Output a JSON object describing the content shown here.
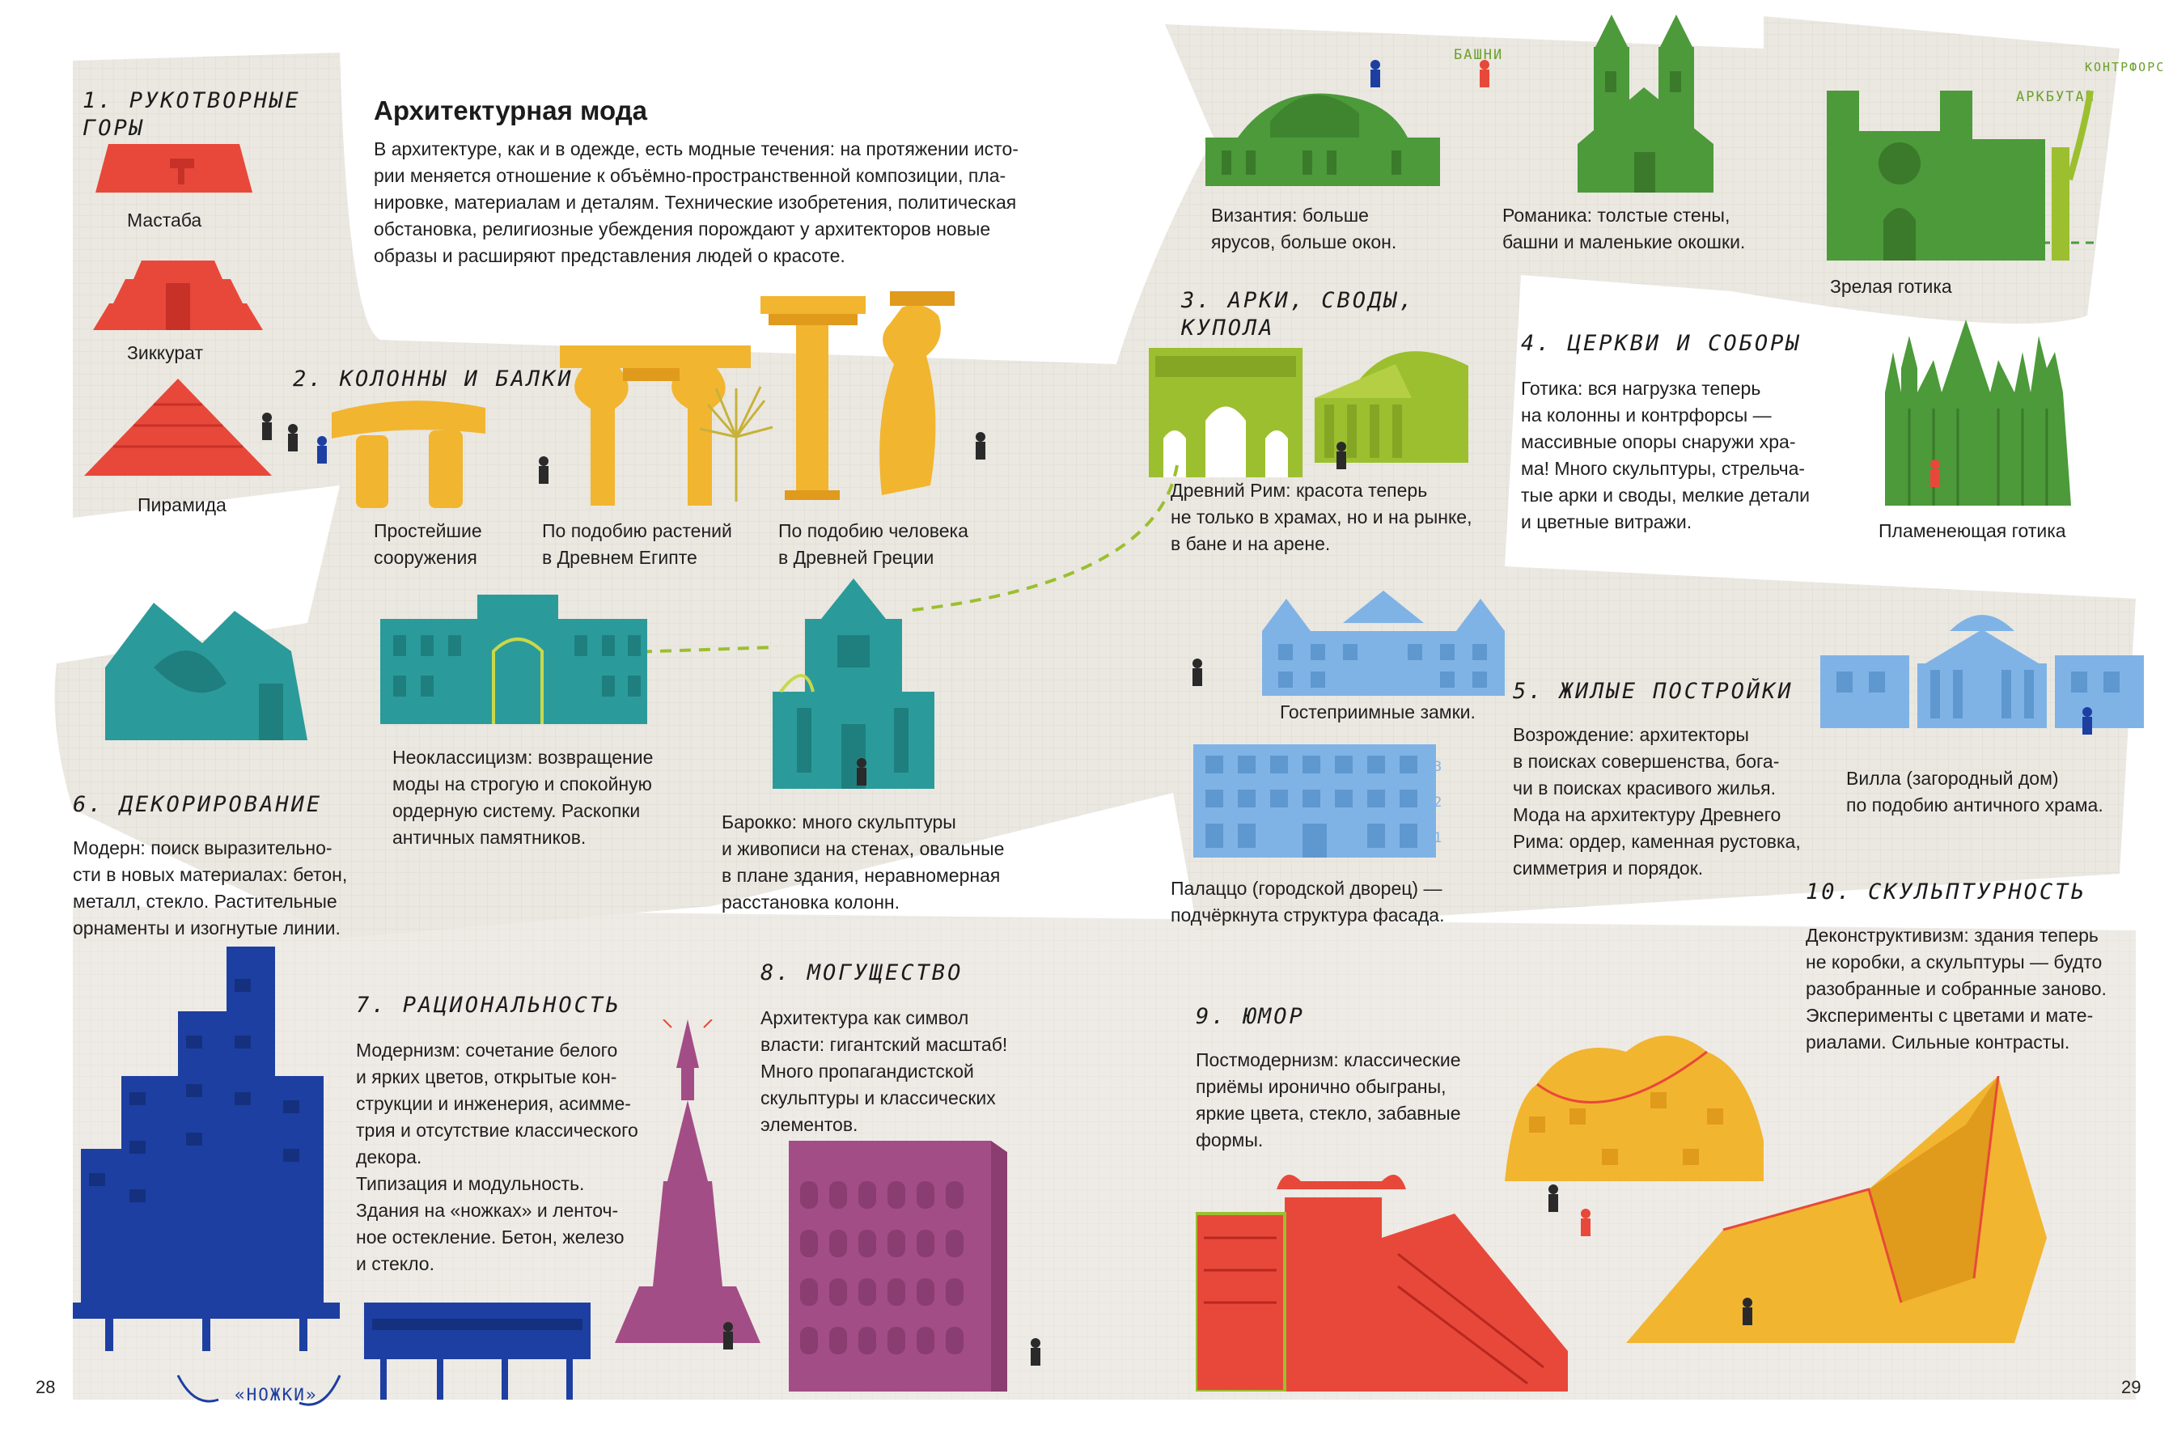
{
  "intro": {
    "title": "Архитектурная мода",
    "body": "В архитектуре, как и в одежде, есть модные течения: на протяжении исто-\nрии меняется отношение к объёмно-пространственной композиции, пла-\nнировке, материалам и деталям. Технические изобретения, политическая\nобстановка, религиозные убеждения порождают у архитекторов новые\nобразы и расширяют представления людей о красоте."
  },
  "sections": {
    "s1": "1. РУКОТВОРНЫЕ\nГОРЫ",
    "s2": "2. КОЛОННЫ И БАЛКИ",
    "s3": "3. АРКИ, СВОДЫ,\nКУПОЛА",
    "s4": "4. ЦЕРКВИ И СОБОРЫ",
    "s5": "5. ЖИЛЫЕ ПОСТРОЙКИ",
    "s6": "6. ДЕКОРИРОВАНИЕ",
    "s7": "7. РАЦИОНАЛЬНОСТЬ",
    "s8": "8. МОГУЩЕСТВО",
    "s9": "9. ЮМОР",
    "s10": "10. СКУЛЬПТУРНОСТЬ"
  },
  "captions": {
    "mastaba": "Мастаба",
    "ziggurat": "Зиккурат",
    "pyramid": "Пирамида",
    "simplest": "Простейшие\nсооружения",
    "egypt": "По подобию растений\nв Древнем Египте",
    "greece": "По подобию человека\nв Древней Греции",
    "rome": "Древний Рим: красота теперь\nне только в храмах, но и на рынке,\nв бане и на арене.",
    "byzantium": "Византия: больше\nярусов, больше окон.",
    "romanesque": "Романика: толстые стены,\nбашни и маленькие окошки.",
    "mature_gothic": "Зрелая готика",
    "flaming_gothic": "Пламенеющая готика",
    "gothic_text": "Готика: вся нагрузка теперь\nна колонны и контрфорсы —\nмассивные опоры снаружи хра-\nма! Много скульптуры, стрельча-\nтые арки и своды, мелкие детали\nи цветные витражи.",
    "castles": "Гостеприимные замки.",
    "palazzo": "Палаццо (городской дворец) —\nподчёркнута структура фасада.",
    "renaissance": "Возрождение: архитекторы\nв поисках совершенства, бога-\nчи в поисках красивого жилья.\nМода на архитектуру Древнего\nРима: ордер, каменная рустовка,\nсимметрия и порядок.",
    "villa": "Вилла (загородный дом)\nпо подобию античного храма.",
    "neoclassic": "Неоклассицизм: возвращение\nмоды на строгую и спокойную\nордерную систему. Раскопки\nантичных памятников.",
    "baroque": "Барокко: много скульптуры\nи живописи на стенах, овальные\nв плане здания, неравномерная\nрасстановка колонн.",
    "modern": "Модерн: поиск выразительно-\nсти в новых материалах: бетон,\nметалл, стекло. Растительные\nорнаменты и изогнутые линии.",
    "modernism": "Модернизм: сочетание белого\nи ярких цветов, открытые кон-\nструкции и инженерия, асимме-\nтрия и отсутствие классического\nдекора.\nТипизация и модульность.\nЗдания на «ножках» и ленточ-\nное остекление. Бетон, железо\nи стекло.",
    "power": "Архитектура как символ\nвласти: гигантский масштаб!\nМного пропагандистской\nскульптуры и классических\nэлементов.",
    "postmodern": "Постмодернизм: классические\nприёмы иронично обыграны,\nяркие цвета, стекло, забавные\nформы.",
    "deconstr": "Деконструктивизм: здания теперь\nне коробки, а скульптуры — будто\nразобранные и собранные заново.\nЭксперименты с цветами и мате-\nриалами. Сильные контрасты."
  },
  "labels": {
    "towers": "БАШНИ",
    "arcbutan": "АРКБУТАН",
    "contrfors": "КОНТРФОРС",
    "legs": "«НОЖКИ»",
    "floor1": "1",
    "floor2": "2",
    "floor3": "3"
  },
  "page_numbers": {
    "left": "28",
    "right": "29"
  },
  "colors": {
    "ground": "#e9e6df",
    "red": "#e8483a",
    "yellow": "#f2b530",
    "olive": "#9cbf2f",
    "green": "#4c9a3a",
    "lightblue": "#7fb3e6",
    "teal": "#2a9b9a",
    "navy": "#1d3fa1",
    "purple": "#a34d86",
    "orange": "#f0a92a"
  }
}
